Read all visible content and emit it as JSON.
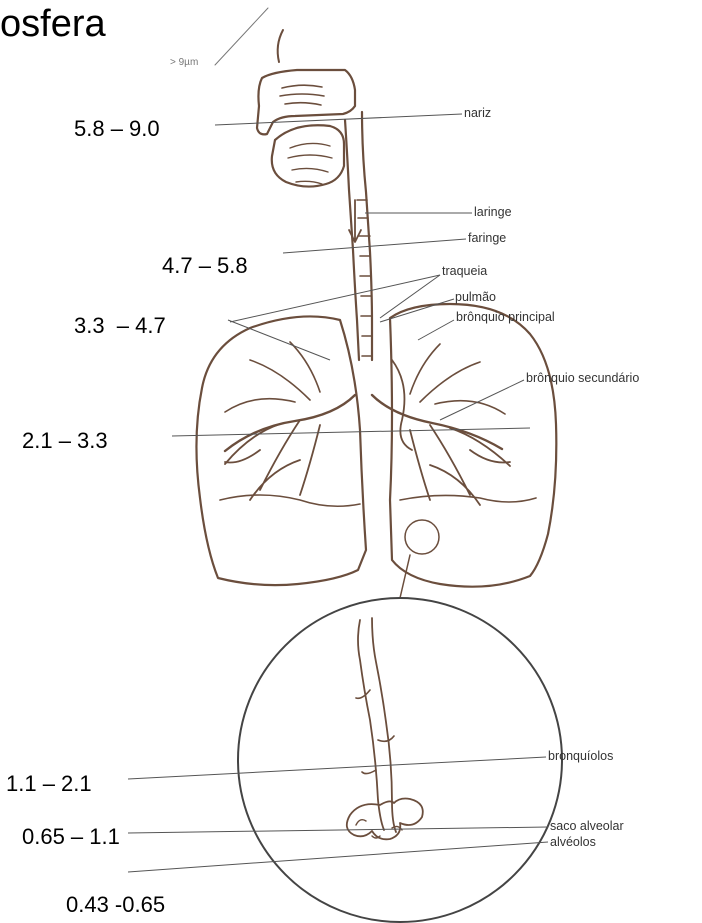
{
  "title": "osfera",
  "size_marker": "> 9µm",
  "ranges": [
    "5.8 – 9.0",
    "4.7 – 5.8",
    "3.3  – 4.7",
    "2.1 – 3.3",
    "1.1 – 2.1",
    "0.65 – 1.1",
    "0.43 -0.65"
  ],
  "labels": {
    "nariz": "nariz",
    "laringe": "laringe",
    "faringe": "faringe",
    "traqueia": "traqueia",
    "pulmao": "pulmão",
    "bronquio_principal": "brônquio principal",
    "bronquio_secundario": "brônquio secundário",
    "bronquiolos": "bronquíolos",
    "saco_alveolar": "saco alveolar",
    "alveolos": "alvéolos"
  },
  "colors": {
    "drawing": "#6b4e3d",
    "line": "#555555"
  }
}
